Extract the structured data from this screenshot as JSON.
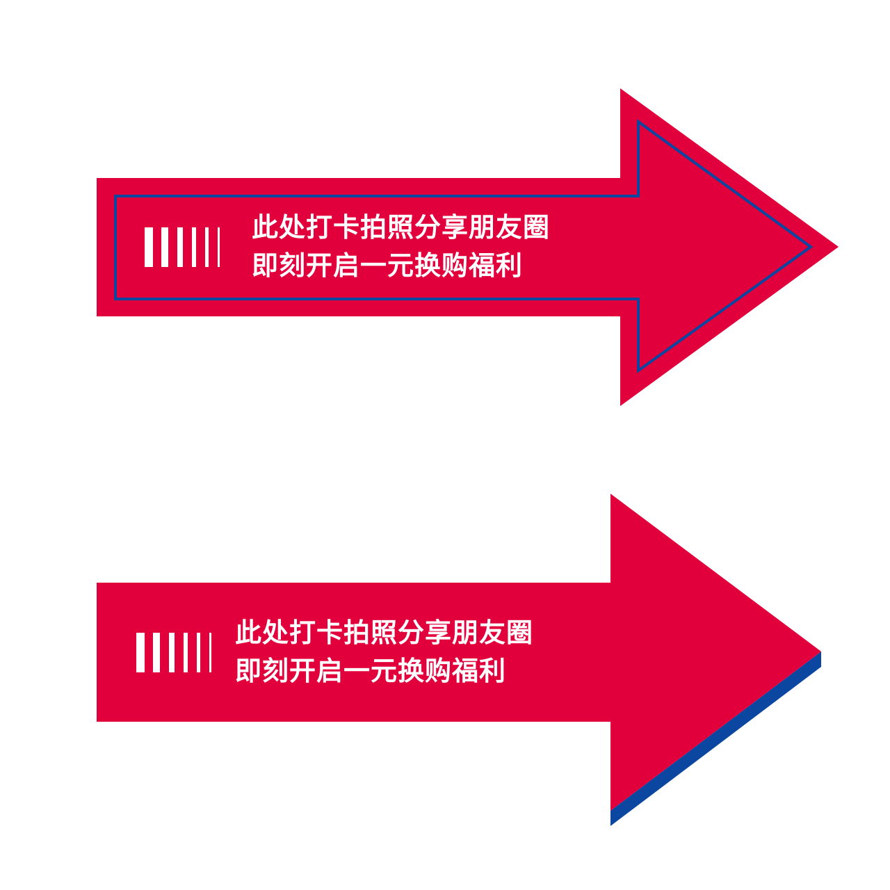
{
  "colors": {
    "background": "#ffffff",
    "red": "#E1003C",
    "blue": "#0B46A0",
    "text": "#ffffff"
  },
  "signs": [
    {
      "variant": "outlined",
      "line1": "此处打卡拍照分享朋友圈",
      "line2": "即刻开启一元换购福利",
      "barcode_icon": "barcode-stripes-icon",
      "arrow_icon": "right-arrow-icon"
    },
    {
      "variant": "extruded",
      "line1": "此处打卡拍照分享朋友圈",
      "line2": "即刻开启一元换购福利",
      "barcode_icon": "barcode-stripes-icon",
      "arrow_icon": "right-arrow-icon"
    }
  ]
}
